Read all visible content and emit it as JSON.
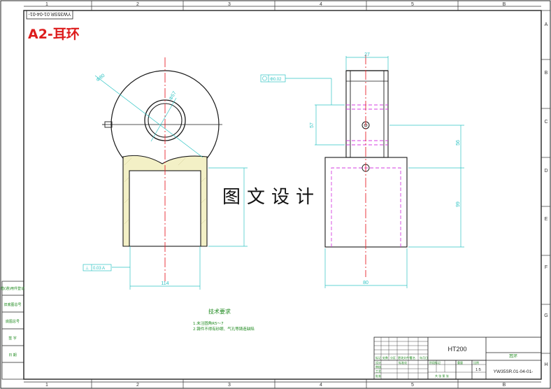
{
  "drawing": {
    "title": "A2-耳环",
    "drawing_no_top": "YW35SR.01-04-01-",
    "watermark": "图文设计",
    "material": "HT200",
    "part_name": "耳环",
    "drawing_no": "YW35SR.01-04-01-",
    "scale": "1:5"
  },
  "grid": {
    "columns": [
      "1",
      "2",
      "3",
      "4",
      "5",
      "B"
    ],
    "rows": [
      "A",
      "B",
      "C",
      "D",
      "E",
      "F",
      "G",
      "H"
    ]
  },
  "dimensions": {
    "front_circle_dia": "Φ80",
    "front_bore": "Φ57",
    "front_width": "114",
    "side_top_width": "27",
    "side_height_57": "57",
    "side_height_56": "56",
    "side_height_99": "99",
    "side_bottom_width": "80"
  },
  "tolerances": {
    "parallelism": "Φ0.02",
    "flatness": "0.03 A"
  },
  "notes": {
    "heading": "技术要求",
    "line1": "1.未注圆角R5～7",
    "line2": "2.铸件不得有砂眼、气孔等铸造缺陷"
  },
  "side_table": [
    "借(通)用件登记",
    "旧底图总号",
    "底图总号",
    "签 字",
    "日 期"
  ],
  "title_block": {
    "labels": [
      "标记",
      "处数",
      "分区",
      "更改文件号",
      "签名",
      "年月日"
    ],
    "roles": [
      "设计",
      "审核",
      "工艺",
      "批准"
    ],
    "std": "标准化",
    "stage": "阶段标记",
    "weight": "重量",
    "ratio": "比例",
    "sheet": "共 张 第 张"
  },
  "colors": {
    "outline": "#1a1a1a",
    "section_fill": "#f3f0c6",
    "center_line": "#e8252d",
    "dim_line": "#2fc4c4",
    "hidden_line": "#d63ee0",
    "title_red": "#dd1c1c",
    "green_text": "#1f8a1f"
  }
}
